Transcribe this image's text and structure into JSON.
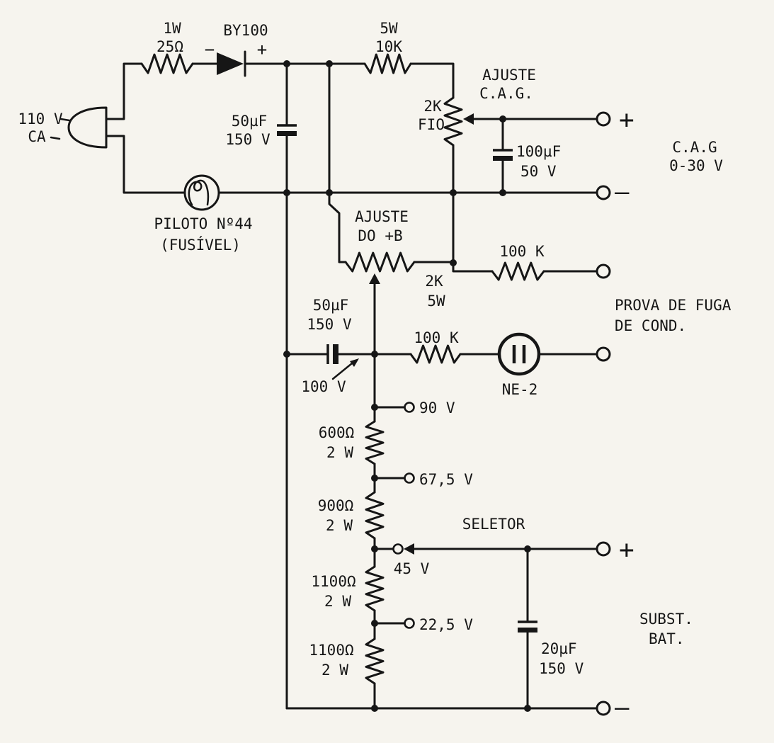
{
  "colors": {
    "paper": "#f6f4ee",
    "ink": "#161616"
  },
  "input": {
    "voltage": "110 V",
    "type": "CA"
  },
  "rect": {
    "r1_power": "1W",
    "r1_value": "25Ω",
    "diode": "BY100",
    "diode_minus": "−",
    "diode_plus": "+",
    "r2_power": "5W",
    "r2_value": "10K",
    "cap_value": "50µF",
    "cap_voltage": "150 V",
    "pilot1": "PILOTO Nº44",
    "pilot2": "(FUSÍVEL)"
  },
  "cag": {
    "adjust1": "AJUSTE",
    "adjust2": "C.A.G.",
    "pot_value": "2K",
    "pot_type": "FIO",
    "cap_value": "100µF",
    "cap_voltage": "50 V",
    "out1": "C.A.G",
    "out2": "0-30 V",
    "plus": "+",
    "minus": "—"
  },
  "bplus": {
    "adjust1": "AJUSTE",
    "adjust2": "DO +B",
    "pot_value": "2K",
    "pot_power": "5W"
  },
  "leak": {
    "r_top": "100 K",
    "cap_value": "50µF",
    "cap_voltage": "150 V",
    "cap_rating": "100 V",
    "r_series": "100 K",
    "lamp": "NE-2",
    "out1": "PROVA DE FUGA",
    "out2": "DE COND."
  },
  "divider": {
    "tap90": "90 V",
    "tap67": "67,5 V",
    "tap45": "45 V",
    "tap22": "22,5 V",
    "r600": "600Ω",
    "r600_p": "2 W",
    "r900": "900Ω",
    "r900_p": "2 W",
    "r1100a": "1100Ω",
    "r1100a_p": "2 W",
    "r1100b": "1100Ω",
    "r1100b_p": "2 W",
    "selector": "SELETOR"
  },
  "battery": {
    "cap_value": "20µF",
    "cap_voltage": "150 V",
    "out1": "SUBST.",
    "out2": "BAT.",
    "plus": "+",
    "minus": "—"
  }
}
